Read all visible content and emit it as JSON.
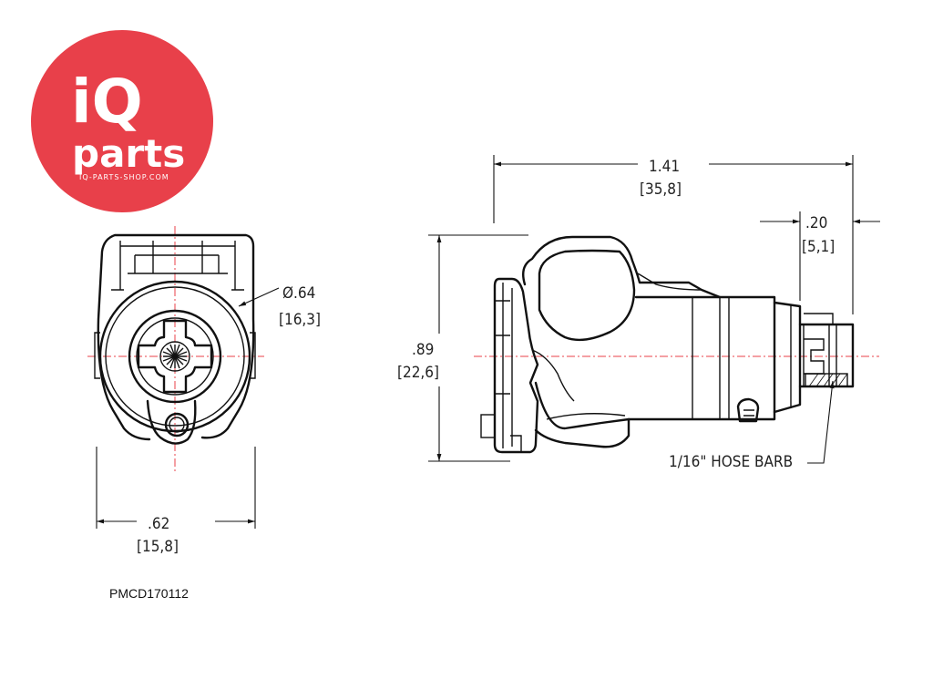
{
  "logo": {
    "brand_top": "iQ",
    "brand_bottom": "parts",
    "url": "IQ-PARTS-SHOP.COM",
    "color": "#e8404a"
  },
  "front_view": {
    "diameter_label": "Ø.64",
    "diameter_metric": "[16,3]",
    "width_label": ".62",
    "width_metric": "[15,8]"
  },
  "side_view": {
    "length_label": "1.41",
    "length_metric": "[35,8]",
    "height_label": ".89",
    "height_metric": "[22,6]",
    "barb_length_label": ".20",
    "barb_length_metric": "[5,1]",
    "barb_callout": "1/16\" HOSE BARB"
  },
  "part_number": "PMCD170112"
}
